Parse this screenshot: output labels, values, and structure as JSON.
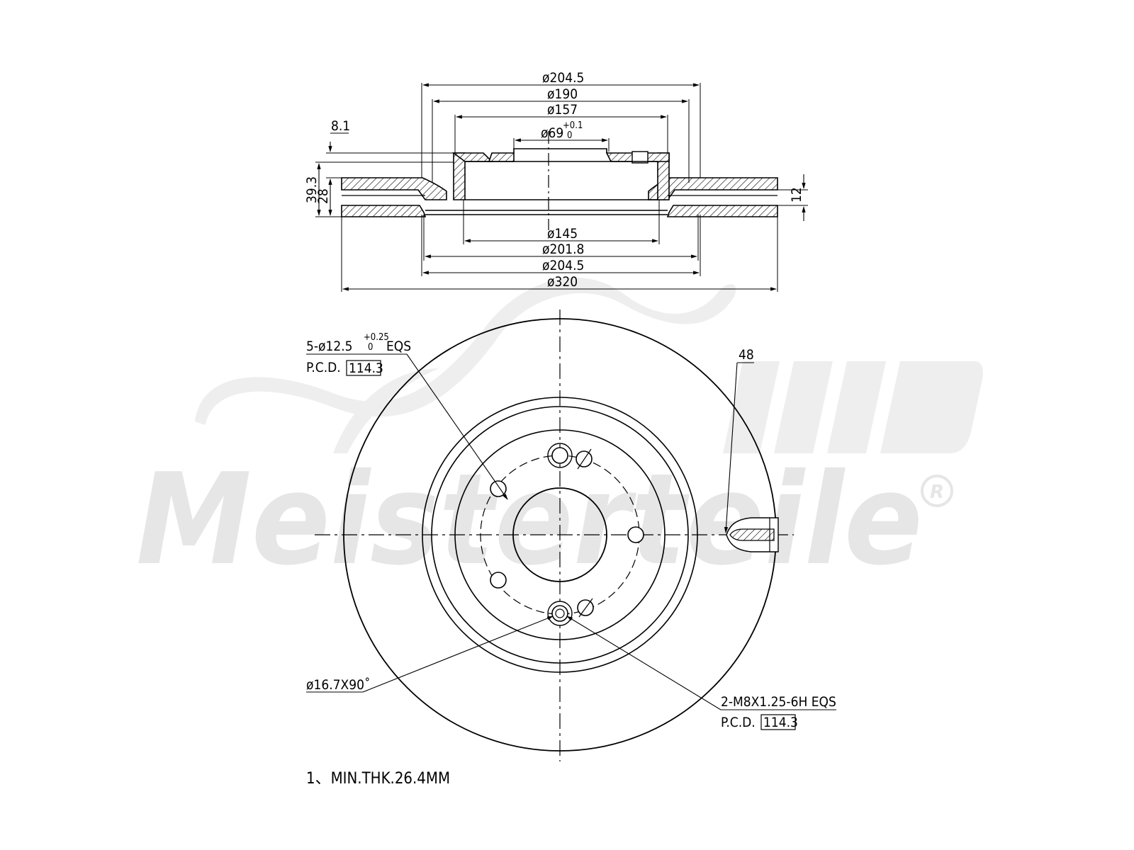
{
  "watermark": {
    "brand": "Meisterteile",
    "registered": "R",
    "colors": {
      "watermark": "#e6e6e6"
    }
  },
  "section_view": {
    "top_dims": [
      "ø204.5",
      "ø190",
      "ø157",
      "ø69"
    ],
    "hub_tolerance": {
      "upper": "+0.1",
      "lower": "0"
    },
    "bottom_dims": [
      "ø145",
      "ø201.8",
      "ø204.5",
      "ø320"
    ],
    "left_dims": {
      "offset": "8.1",
      "total_height": "39.3",
      "disc_thickness": "28"
    },
    "right_dims": {
      "vent_width": "12"
    }
  },
  "face_view": {
    "bolt_holes": {
      "prefix": "5-ø12.5",
      "tol_upper": "+0.25",
      "tol_lower": "0",
      "suffix": "EQS",
      "pcd_label": "P.C.D.",
      "pcd_value": "114.3"
    },
    "threaded_holes": {
      "spec": "2-M8X1.25-6H EQS",
      "pcd_label": "P.C.D.",
      "pcd_value": "114.3"
    },
    "chamfer": "ø16.7X90˚",
    "callout_48": "48"
  },
  "notes": {
    "min_thickness": "1、MIN.THK.26.4MM"
  }
}
